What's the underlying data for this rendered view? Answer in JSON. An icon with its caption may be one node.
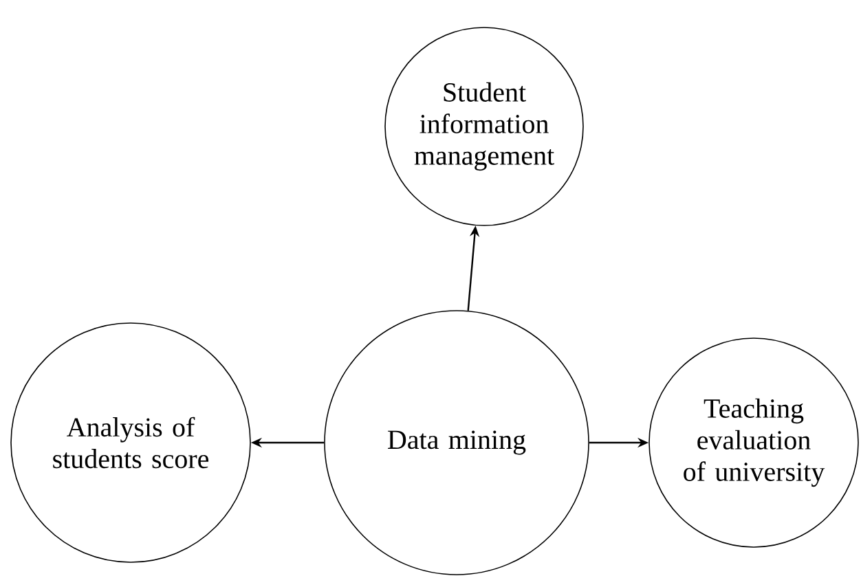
{
  "diagram": {
    "nodes": [
      {
        "text": [
          "Data mining"
        ]
      },
      {
        "text": [
          "Student information management"
        ]
      },
      {
        "text": [
          "Analysis of students score"
        ]
      },
      {
        "text": [
          "Teaching evaluation of university"
        ]
      }
    ],
    "edges": [
      {
        "from": 0,
        "to": 1,
        "arrow": "to"
      },
      {
        "from": 0,
        "to": 2,
        "arrow": "to"
      },
      {
        "from": 0,
        "to": 3,
        "arrow": "to"
      }
    ]
  }
}
